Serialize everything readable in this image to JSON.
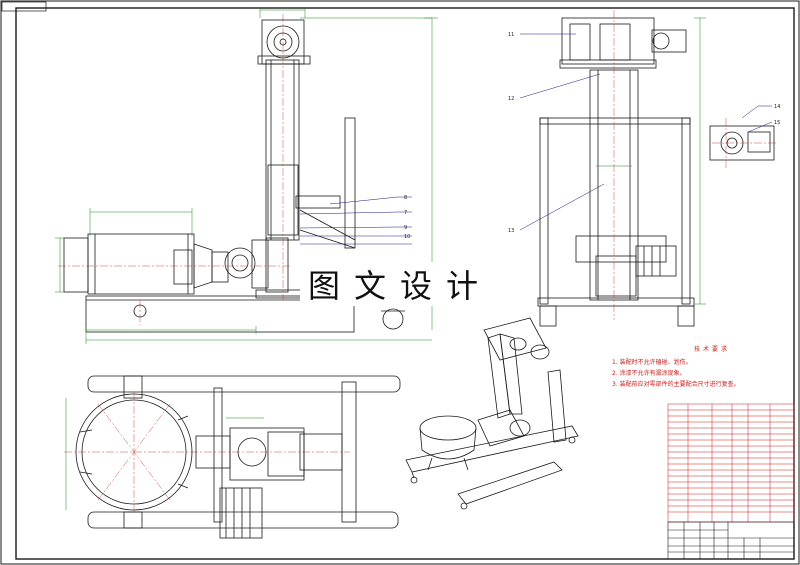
{
  "drawing": {
    "watermark": "图文设计",
    "tech_requirements": {
      "title": "技术要求",
      "lines": [
        "1. 装配时不允许磕碰、划伤。",
        "2. 涂漆不允许有漏涂现象。",
        "3. 装配前应对零部件的主要配合尺寸进行复查。"
      ]
    },
    "part_balloons": [
      "11",
      "12",
      "13",
      "8",
      "9",
      "7",
      "10",
      "14",
      "15"
    ],
    "colors": {
      "line": "#1a1a1a",
      "dimension": "#1a8a1a",
      "centerline": "#cc1a1a",
      "leader": "#1a1a8a",
      "title_block": "#cc1a1a"
    }
  }
}
